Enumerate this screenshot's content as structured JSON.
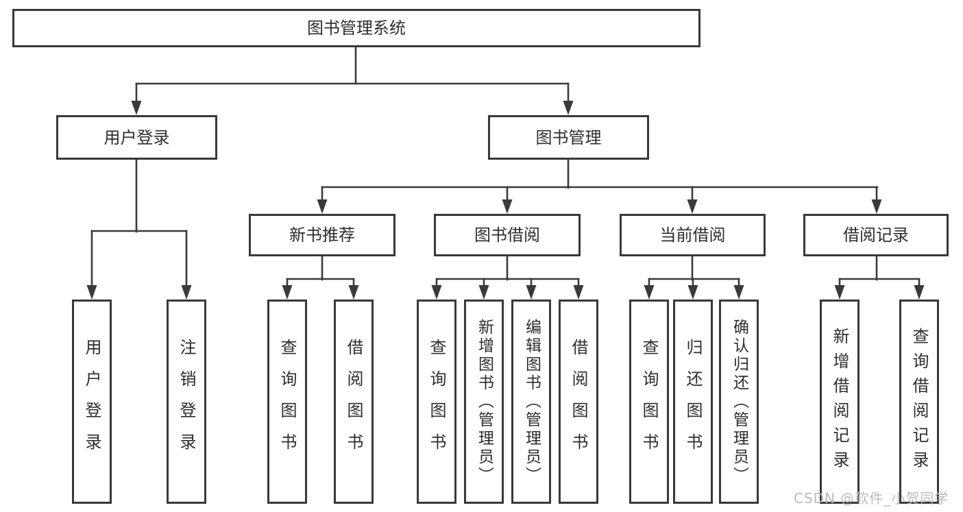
{
  "colors": {
    "line": "#3a3a3a",
    "box_border": "#383838",
    "box_background": "#ffffff",
    "text": "#2d2d2d",
    "watermark_text": "#b7b7b7",
    "page_background": "#ffffff"
  },
  "root": {
    "label": "图书管理系统"
  },
  "level2": [
    {
      "label": "用户登录"
    },
    {
      "label": "图书管理"
    }
  ],
  "level3": [
    {
      "label": "新书推荐",
      "parent": "图书管理"
    },
    {
      "label": "图书借阅",
      "parent": "图书管理"
    },
    {
      "label": "当前借阅",
      "parent": "图书管理"
    },
    {
      "label": "借阅记录",
      "parent": "图书管理"
    }
  ],
  "leaves": [
    {
      "label": "用户登录",
      "parent": "用户登录"
    },
    {
      "label": "注销登录",
      "parent": "用户登录"
    },
    {
      "label": "查询图书",
      "parent": "新书推荐"
    },
    {
      "label": "借阅图书",
      "parent": "新书推荐"
    },
    {
      "label": "查询图书",
      "parent": "图书借阅"
    },
    {
      "label": "新增图书（管理员）",
      "parent": "图书借阅"
    },
    {
      "label": "编辑图书（管理员）",
      "parent": "图书借阅"
    },
    {
      "label": "借阅图书",
      "parent": "图书借阅"
    },
    {
      "label": "查询图书",
      "parent": "当前借阅"
    },
    {
      "label": "归还图书",
      "parent": "当前借阅"
    },
    {
      "label": "确认归还（管理员）",
      "parent": "当前借阅"
    },
    {
      "label": "新增借阅记录",
      "parent": "借阅记录"
    },
    {
      "label": "查询借阅记录",
      "parent": "借阅记录"
    }
  ],
  "watermark": "CSDN @软件_小贺同学"
}
